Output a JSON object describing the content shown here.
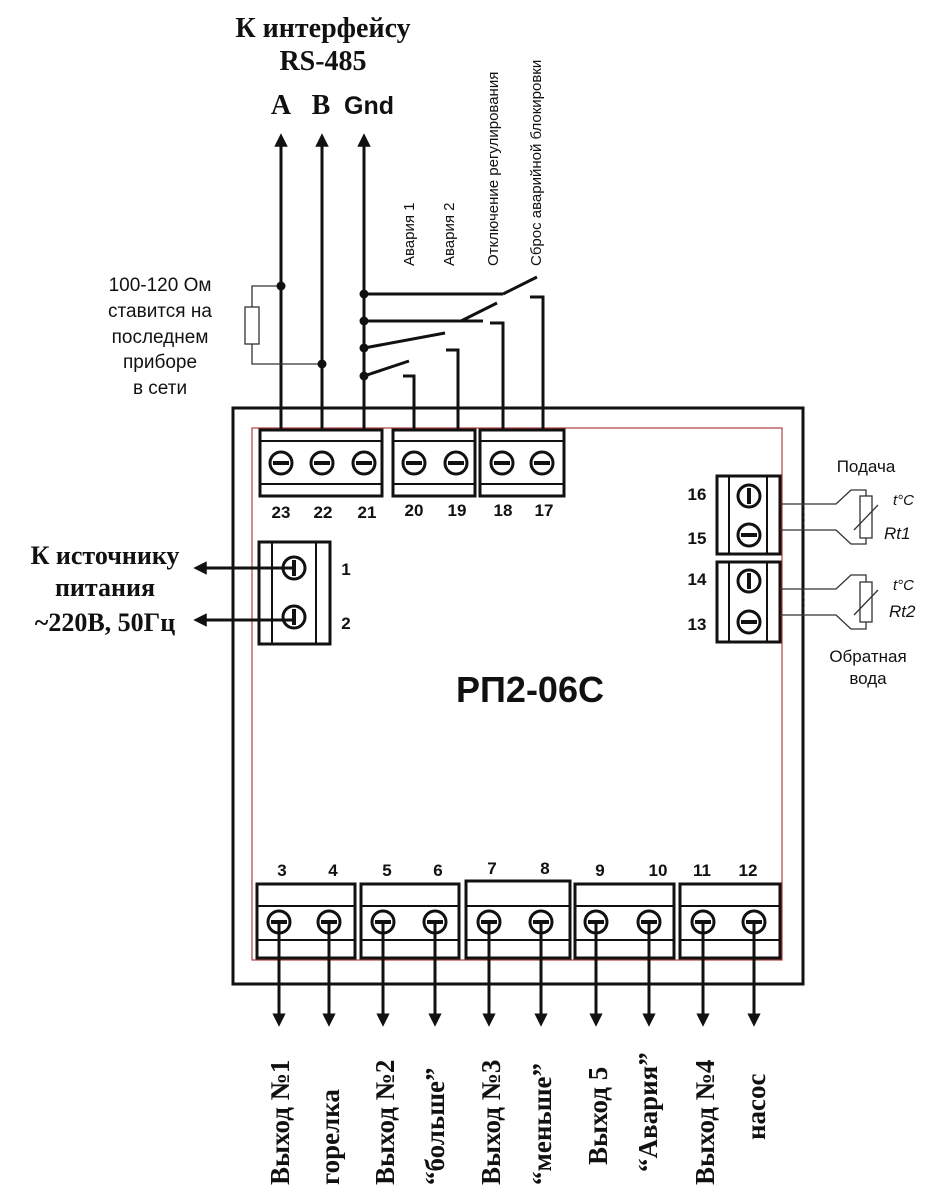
{
  "rs485": {
    "title_line1": "К интерфейсу",
    "title_line2": "RS-485",
    "label_a": "A",
    "label_b": "B",
    "label_gnd": "Gnd"
  },
  "resistor_note": [
    "100-120 Ом",
    "ставится на",
    "последнем",
    "приборе",
    "в сети"
  ],
  "inputs": {
    "alarm1": "Авария 1",
    "alarm2": "Авария 2",
    "disable_regulation": "Отключение регулирования",
    "reset_lock": "Сброс аварийной блокировки"
  },
  "power": {
    "line1": "К источнику",
    "line2": "питания",
    "line3": "~220В, 50Гц"
  },
  "device": {
    "name": "РП2-06С"
  },
  "sensors": {
    "supply": "Подача",
    "return_line1": "Обратная",
    "return_line2": "вода",
    "rt1": "Rt1",
    "rt2": "Rt2",
    "temp_symbol": "t°C"
  },
  "terminals": {
    "top": [
      "23",
      "22",
      "21",
      "20",
      "19",
      "18",
      "17"
    ],
    "left": [
      "1",
      "2"
    ],
    "right": [
      "16",
      "15",
      "14",
      "13"
    ],
    "bottom": [
      "3",
      "4",
      "5",
      "6",
      "7",
      "8",
      "9",
      "10",
      "11",
      "12"
    ]
  },
  "outputs": [
    {
      "line1": "Выход №1",
      "line2": "горелка"
    },
    {
      "line1": "Выход №2",
      "line2": "“больше”"
    },
    {
      "line1": "Выход №3",
      "line2": "“меньше”"
    },
    {
      "line1": "Выход 5",
      "line2": "“Авария”"
    },
    {
      "line1": "Выход №4",
      "line2": "насос"
    }
  ]
}
